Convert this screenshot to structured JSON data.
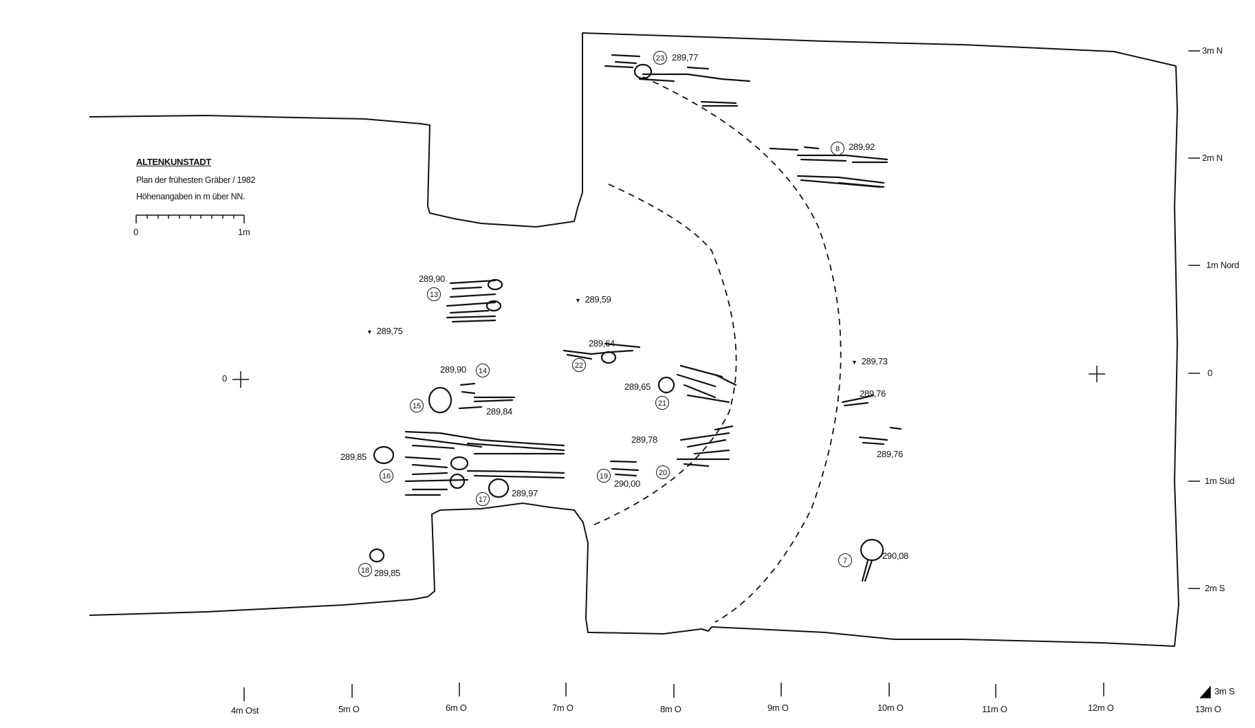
{
  "legend": {
    "site": "ALTENKUNSTADT",
    "subtitle": "Plan der frühesten Gräber / 1982",
    "note": "Höhenangaben in m über NN.",
    "scale_start": "0",
    "scale_end": "1m"
  },
  "bottom_axis": [
    "4m Ost",
    "5m O",
    "6m O",
    "7m O",
    "8m O",
    "9m O",
    "10m O",
    "11m O",
    "12m O",
    "13m O"
  ],
  "right_axis": [
    "3m N",
    "2m N",
    "1m Nord",
    "0",
    "1m Süd",
    "2m S",
    "3m S"
  ],
  "origin_label": "0",
  "graves": [
    "23",
    "8",
    "13",
    "22",
    "14",
    "15",
    "21",
    "16",
    "19",
    "20",
    "17",
    "18",
    "7"
  ],
  "elevations": {
    "g23": "289,77",
    "g8": "289,92",
    "g13": "289,90",
    "p1": "289,59",
    "p2": "289,75",
    "g22": "289,64",
    "g14": "289,90",
    "g21": "289,65",
    "g15": "289,84",
    "p3": "289,73",
    "e1": "289,76",
    "e2": "289,76",
    "g20": "289,78",
    "g16": "289,85",
    "g19": "290,00",
    "g17": "289,97",
    "g18": "289,85",
    "g7": "290,08"
  }
}
